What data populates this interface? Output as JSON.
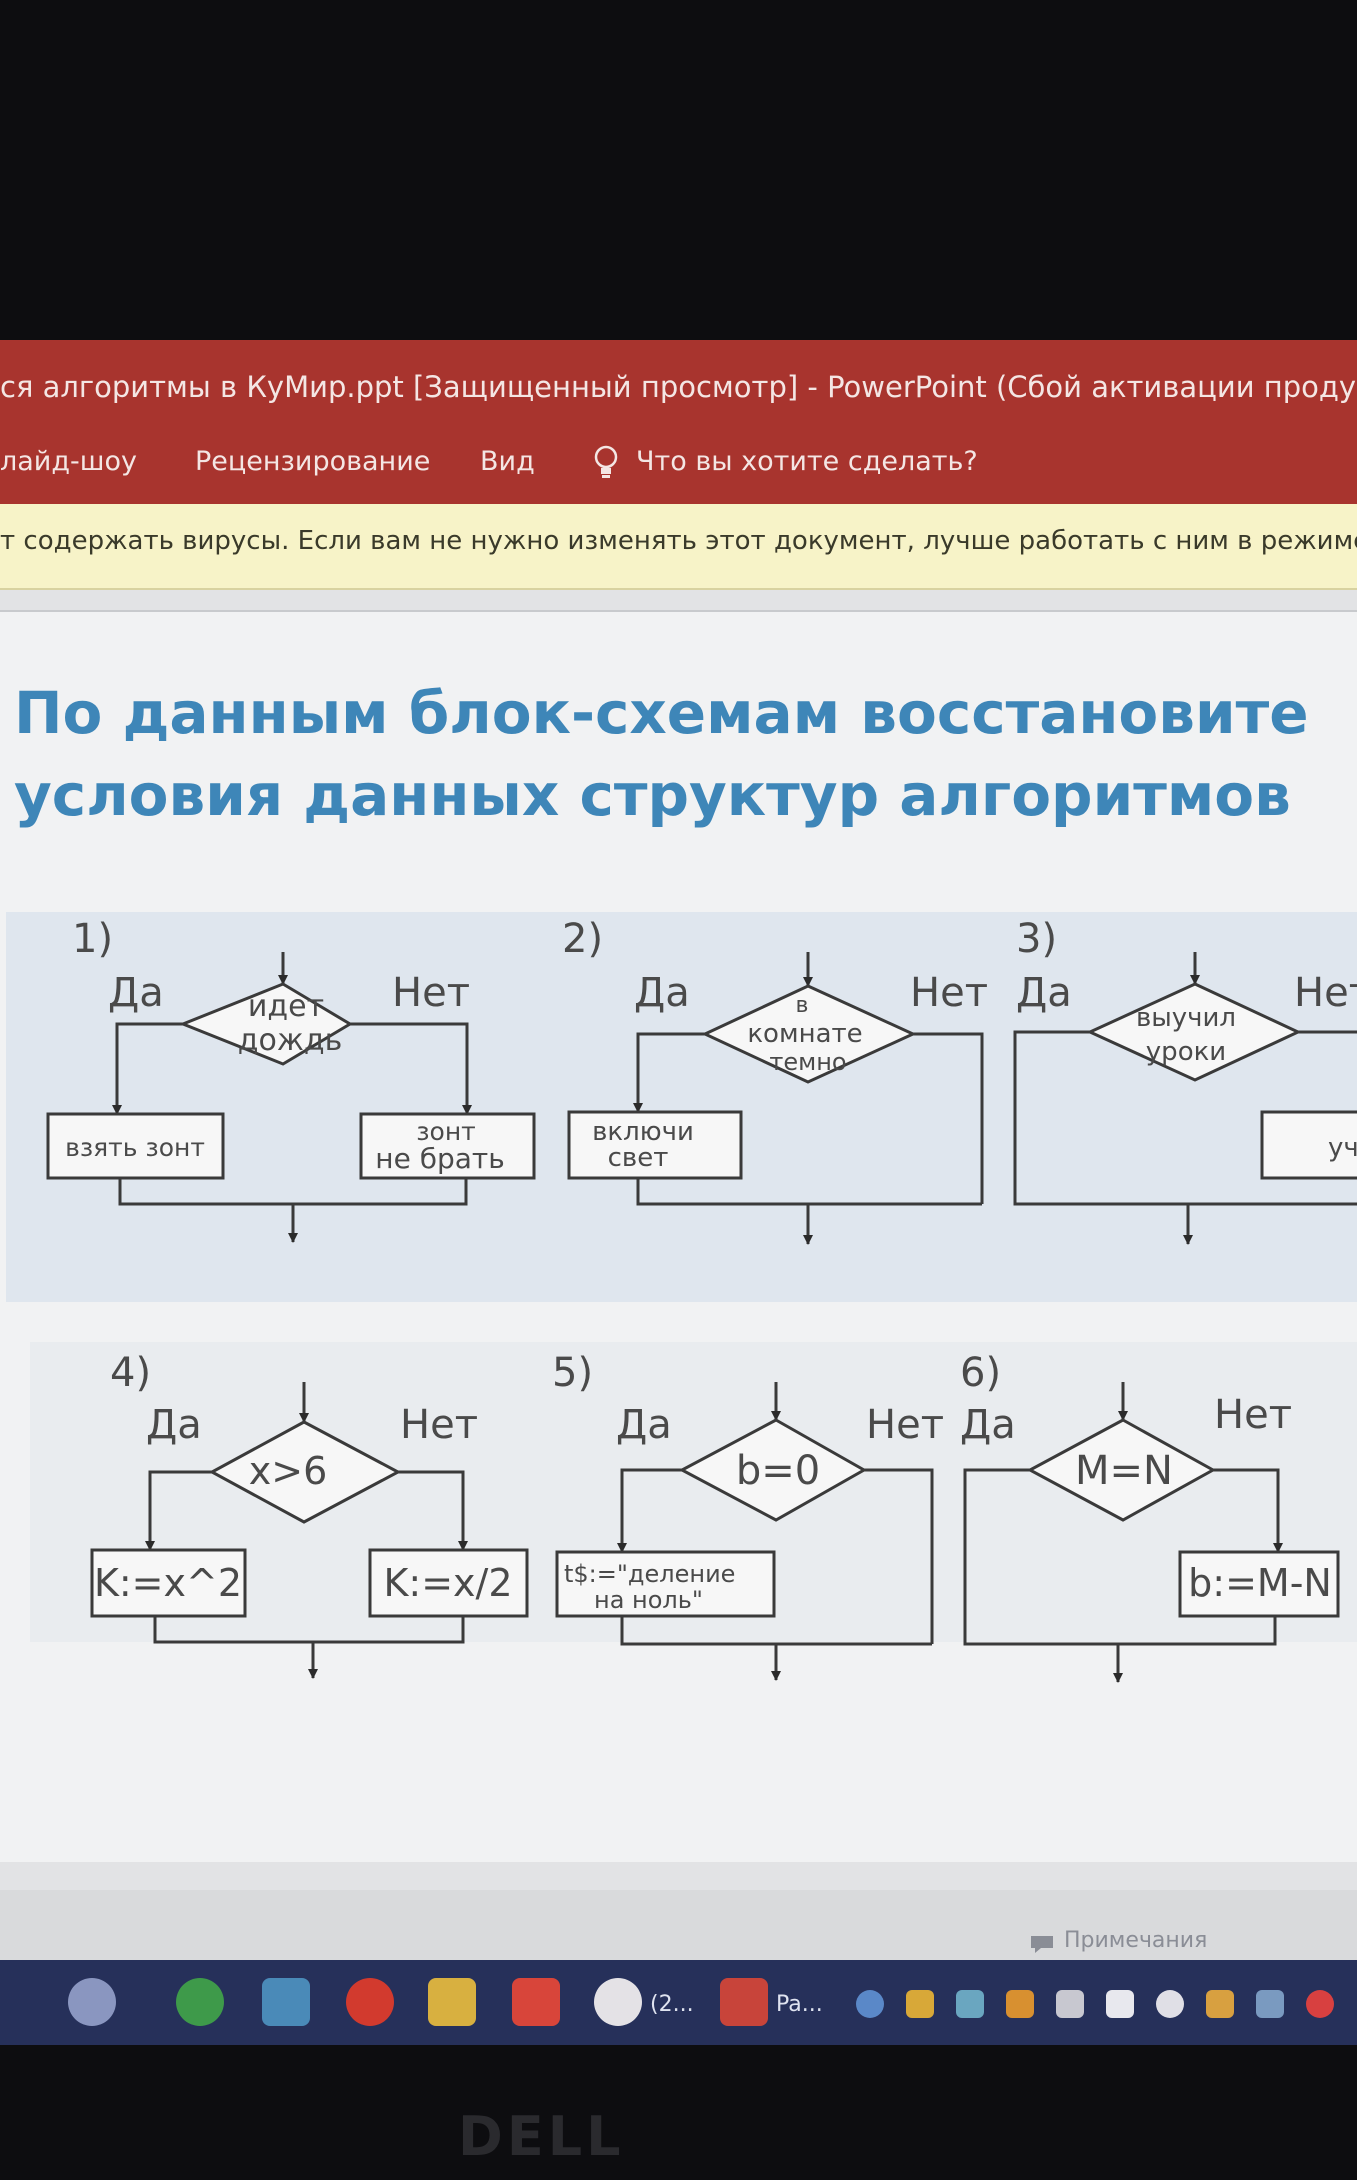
{
  "window": {
    "title": "ся алгоритмы в КуМир.ppt [Защищенный просмотр] - PowerPoint (Сбой активации продукта)"
  },
  "ribbon": {
    "tabs": [
      "лайд-шоу",
      "Рецензирование",
      "Вид"
    ],
    "search_label": "Что вы хотите сделать?"
  },
  "message_bar": {
    "text": "т содержать вирусы. Если вам не нужно изменять этот документ, лучше работать с ним в режиме защи"
  },
  "slide": {
    "title_line1": "По данным блок-схемам восстановите",
    "title_line2": "условия данных структур алгоритмов",
    "flowcharts": [
      {
        "number": "1)",
        "yes": "Да",
        "no": "Нет",
        "condition": [
          "идет",
          "дождь"
        ],
        "yes_action": [
          "взять зонт"
        ],
        "no_action": [
          "зонт",
          "не брать"
        ]
      },
      {
        "number": "2)",
        "yes": "Да",
        "no": "Нет",
        "condition": [
          "в",
          "комнате",
          "темно"
        ],
        "yes_action": [
          "включи",
          "свет"
        ],
        "no_action": []
      },
      {
        "number": "3)",
        "yes": "Да",
        "no": "Нет",
        "condition": [
          "выучил",
          "уроки"
        ],
        "yes_action": [],
        "no_action": [
          "уч"
        ]
      },
      {
        "number": "4)",
        "yes": "Да",
        "no": "Нет",
        "condition": [
          "x>6"
        ],
        "yes_action": [
          "K:=x^2"
        ],
        "no_action": [
          "K:=x/2"
        ]
      },
      {
        "number": "5)",
        "yes": "Да",
        "no": "Нет",
        "condition": [
          "b=0"
        ],
        "yes_action": [
          "t$:=\"деление",
          "на ноль\""
        ],
        "no_action": []
      },
      {
        "number": "6)",
        "yes": "Да",
        "no": "Нет",
        "condition": [
          "M=N"
        ],
        "yes_action": [],
        "no_action": [
          "b:=M-N"
        ]
      }
    ]
  },
  "status": {
    "notes_label": "Примечания"
  },
  "taskbar": {
    "items": [
      {
        "label": "(2..."
      },
      {
        "label": "Pa..."
      }
    ]
  },
  "bezel": {
    "logo": "DELL"
  },
  "colors": {
    "title_bar": "#a8342e",
    "message_bar": "#f7f3c8",
    "slide_title": "#3e86b8",
    "taskbar": "#26305a"
  }
}
